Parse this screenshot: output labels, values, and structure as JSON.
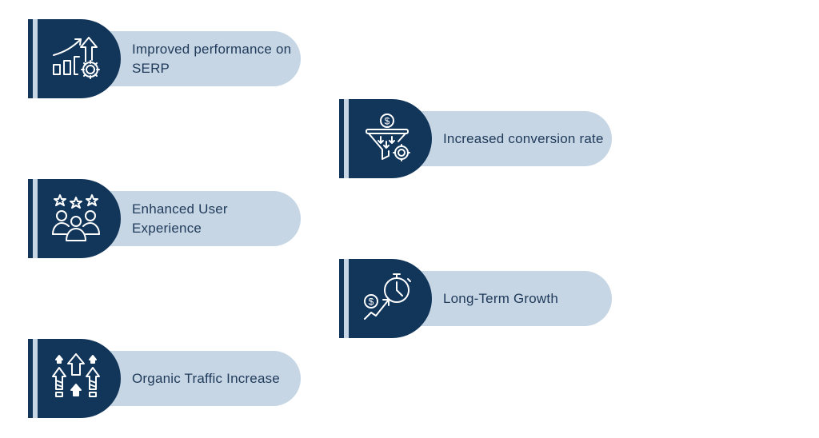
{
  "colors": {
    "badge": "#12355a",
    "pill": "#c6d6e4",
    "text": "#1f3a5a",
    "background": "#ffffff"
  },
  "benefits": [
    {
      "label": "Improved performance on SERP",
      "icon": "growth-chart-gear-icon"
    },
    {
      "label": "Increased conversion rate",
      "icon": "funnel-dollar-gear-icon"
    },
    {
      "label": "Enhanced User Experience",
      "icon": "users-stars-icon"
    },
    {
      "label": "Long-Term Growth",
      "icon": "stopwatch-dollar-growth-icon"
    },
    {
      "label": "Organic Traffic Increase",
      "icon": "up-arrows-icon"
    }
  ]
}
